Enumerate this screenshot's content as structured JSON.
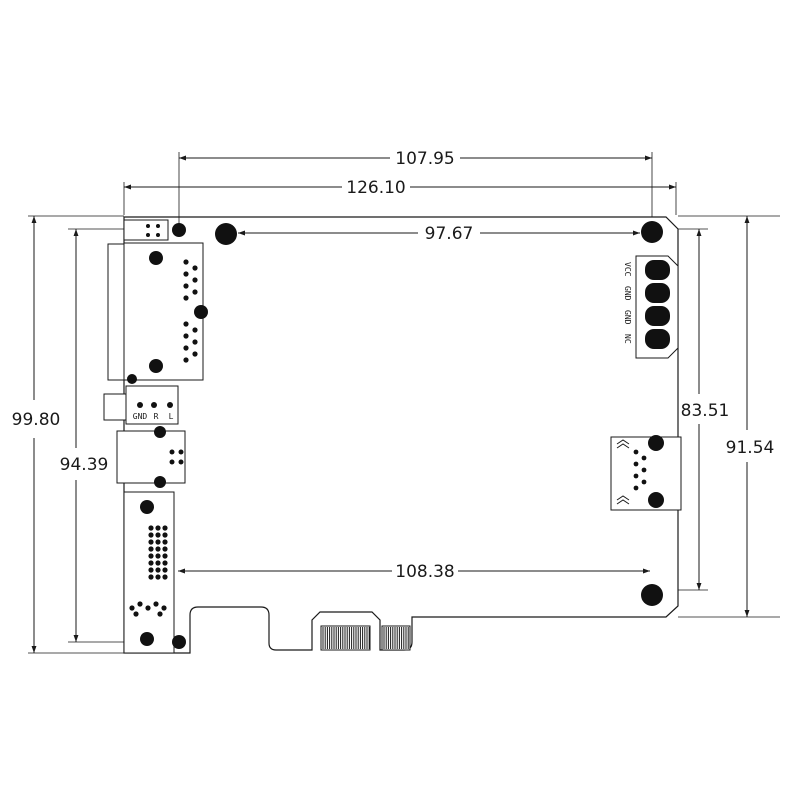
{
  "drawing": {
    "dimensions": {
      "top_inner": "107.95",
      "top_outer": "126.10",
      "hole_span_top": "97.67",
      "hole_span_bottom": "108.38",
      "left_outer": "99.80",
      "left_inner": "94.39",
      "right_inner": "83.51",
      "right_outer": "91.54"
    },
    "power_connector_pins": [
      "VCC",
      "GND",
      "GND",
      "NC"
    ],
    "audio_jack_pins": [
      "GND",
      "R",
      "L"
    ]
  }
}
